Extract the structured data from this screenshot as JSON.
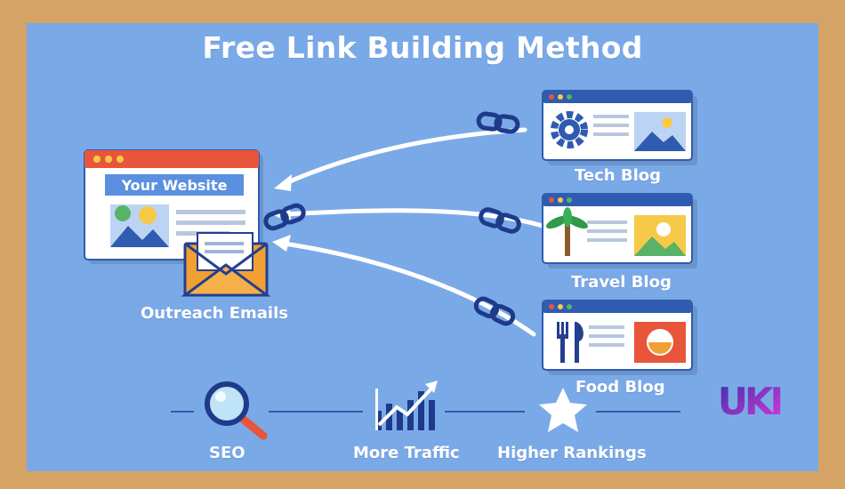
{
  "title": "Free Link Building Method",
  "main_site": {
    "header": "Your Website"
  },
  "outreach": {
    "label": "Outreach Emails"
  },
  "blogs": [
    {
      "name": "Tech Blog",
      "icon": "gear-icon"
    },
    {
      "name": "Travel Blog",
      "icon": "palm-tree-icon"
    },
    {
      "name": "Food Blog",
      "icon": "fork-knife-icon"
    }
  ],
  "benefits": [
    {
      "label": "SEO",
      "icon": "magnifier-icon"
    },
    {
      "label": "More Traffic",
      "icon": "trending-chart-icon"
    },
    {
      "label": "Higher Rankings",
      "icon": "star-icon"
    }
  ],
  "logo": {
    "text": "UKI"
  },
  "colors": {
    "background": "#7aa9e8",
    "frame": "#d4a365",
    "window_bar": "#2f5bb0",
    "main_bar": "#e8553a",
    "accent_navy": "#243f8f",
    "envelope": "#f2a032"
  }
}
